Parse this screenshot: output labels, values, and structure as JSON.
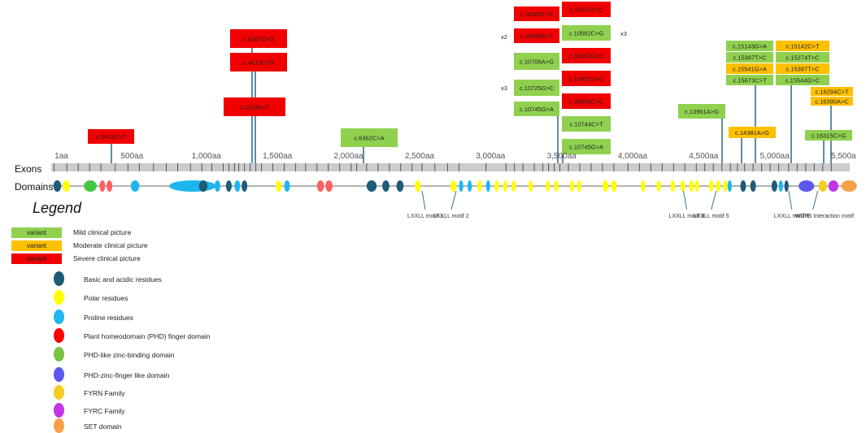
{
  "labels": {
    "exons": "Exons",
    "domains": "Domains",
    "legend_title": "Legend"
  },
  "colors": {
    "mild": "#8fd14f",
    "moderate": "#ffc000",
    "severe": "#f00000",
    "stem": "#1f5a78",
    "exon_bar": "#cccccc",
    "exon_tick": "#555555"
  },
  "axis": {
    "ticks": [
      {
        "label": "1aa",
        "value": 1
      },
      {
        "label": "500aa",
        "value": 500
      },
      {
        "label": "1,000aa",
        "value": 1000
      },
      {
        "label": "1,500aa",
        "value": 1500
      },
      {
        "label": "2,000aa",
        "value": 2000
      },
      {
        "label": "2,500aa",
        "value": 2500
      },
      {
        "label": "3,000aa",
        "value": 3000
      },
      {
        "label": "3,500aa",
        "value": 3500
      },
      {
        "label": "4,000aa",
        "value": 4000
      },
      {
        "label": "4,500aa",
        "value": 4500
      },
      {
        "label": "5,000aa",
        "value": 5000
      },
      {
        "label": "5,500a",
        "value": 5500
      }
    ]
  },
  "exon_positions": [
    20,
    110,
    190,
    270,
    350,
    450,
    540,
    620,
    720,
    810,
    890,
    980,
    1060,
    1130,
    1210,
    1250,
    1290,
    1320,
    1360,
    1400,
    1440,
    1480,
    1560,
    1640,
    1720,
    1790,
    1870,
    1950,
    2030,
    2110,
    2150,
    2220,
    2300,
    2380,
    2460,
    2540,
    2610,
    2700,
    2790,
    2870,
    3060,
    3200,
    3260,
    3320,
    3400,
    3460,
    3500,
    3540,
    3580,
    3640,
    3720,
    3800,
    3880,
    3960,
    4060,
    4140,
    4220,
    4300,
    4380,
    4460,
    4540,
    4600,
    4660,
    4720,
    4780,
    4830,
    4880,
    4940,
    5000,
    5060,
    5120,
    5190,
    5250,
    5310,
    5370,
    5430,
    5490
  ],
  "domains": [
    {
      "type": "basic",
      "pos": 15,
      "len": 55
    },
    {
      "type": "polar",
      "pos": 80,
      "len": 50
    },
    {
      "type": "phd_like",
      "pos": 230,
      "len": 90
    },
    {
      "type": "phd",
      "pos": 340,
      "len": 40
    },
    {
      "type": "phd",
      "pos": 390,
      "len": 40
    },
    {
      "type": "proline",
      "pos": 560,
      "len": 60
    },
    {
      "type": "proline",
      "pos": 830,
      "len": 330
    },
    {
      "type": "basic",
      "pos": 1040,
      "len": 60
    },
    {
      "type": "proline",
      "pos": 1150,
      "len": 40
    },
    {
      "type": "basic",
      "pos": 1230,
      "len": 40
    },
    {
      "type": "proline",
      "pos": 1290,
      "len": 40
    },
    {
      "type": "basic",
      "pos": 1340,
      "len": 40
    },
    {
      "type": "polar",
      "pos": 1580,
      "len": 40
    },
    {
      "type": "proline",
      "pos": 1640,
      "len": 40
    },
    {
      "type": "phd",
      "pos": 1870,
      "len": 50
    },
    {
      "type": "phd",
      "pos": 1930,
      "len": 50
    },
    {
      "type": "basic",
      "pos": 2220,
      "len": 70
    },
    {
      "type": "basic",
      "pos": 2330,
      "len": 50
    },
    {
      "type": "basic",
      "pos": 2430,
      "len": 50
    },
    {
      "type": "polar",
      "pos": 2560,
      "len": 40
    },
    {
      "type": "polar",
      "pos": 2810,
      "len": 40
    },
    {
      "type": "proline",
      "pos": 2870,
      "len": 30
    },
    {
      "type": "proline",
      "pos": 2930,
      "len": 30
    },
    {
      "type": "polar",
      "pos": 3000,
      "len": 30
    },
    {
      "type": "proline",
      "pos": 3060,
      "len": 30
    },
    {
      "type": "polar",
      "pos": 3120,
      "len": 30
    },
    {
      "type": "polar",
      "pos": 3180,
      "len": 30
    },
    {
      "type": "polar",
      "pos": 3240,
      "len": 30
    },
    {
      "type": "polar",
      "pos": 3360,
      "len": 30
    },
    {
      "type": "polar",
      "pos": 3480,
      "len": 30
    },
    {
      "type": "polar",
      "pos": 3540,
      "len": 30
    },
    {
      "type": "polar",
      "pos": 3650,
      "len": 30
    },
    {
      "type": "polar",
      "pos": 3700,
      "len": 30
    },
    {
      "type": "polar",
      "pos": 3880,
      "len": 40
    },
    {
      "type": "polar",
      "pos": 3940,
      "len": 40
    },
    {
      "type": "polar",
      "pos": 4150,
      "len": 30
    },
    {
      "type": "polar",
      "pos": 4260,
      "len": 30
    },
    {
      "type": "polar",
      "pos": 4360,
      "len": 30
    },
    {
      "type": "polar",
      "pos": 4430,
      "len": 30
    },
    {
      "type": "polar",
      "pos": 4490,
      "len": 30
    },
    {
      "type": "polar",
      "pos": 4530,
      "len": 30
    },
    {
      "type": "polar",
      "pos": 4630,
      "len": 30
    },
    {
      "type": "polar",
      "pos": 4680,
      "len": 30
    },
    {
      "type": "polar",
      "pos": 4730,
      "len": 30
    },
    {
      "type": "proline",
      "pos": 4760,
      "len": 30
    },
    {
      "type": "basic",
      "pos": 4850,
      "len": 40
    },
    {
      "type": "basic",
      "pos": 4920,
      "len": 40
    },
    {
      "type": "basic",
      "pos": 5070,
      "len": 40
    },
    {
      "type": "proline",
      "pos": 5120,
      "len": 30
    },
    {
      "type": "basic",
      "pos": 5160,
      "len": 30
    },
    {
      "type": "phd_zf",
      "pos": 5260,
      "len": 110
    },
    {
      "type": "fyrn",
      "pos": 5400,
      "len": 60
    },
    {
      "type": "fyrc",
      "pos": 5470,
      "len": 70
    },
    {
      "type": "set",
      "pos": 5560,
      "len": 110
    }
  ],
  "motifs": [
    {
      "label": "LXXLL motif 1",
      "pos": 2610
    },
    {
      "label": "LXXLL motif 2",
      "pos": 2850
    },
    {
      "label": "LXXLL motif 3",
      "pos": 4450
    },
    {
      "label": "LXXLL motif 5",
      "pos": 4680
    },
    {
      "label": "LXXLL motif 6",
      "pos": 5190
    },
    {
      "label": "WDR5 Interaction motif",
      "pos": 5395
    }
  ],
  "variants": [
    {
      "label": "c.2413C>T",
      "severity": "severe",
      "pos": 520
    },
    {
      "label": "c.4267C>G",
      "severity": "severe",
      "pos": 1420
    },
    {
      "label": "c.4413C>G",
      "severity": "severe",
      "pos": 1470
    },
    {
      "label": "c.4214A>T",
      "severity": "severe",
      "pos": 1400
    },
    {
      "label": "c.6362C>A",
      "severity": "mild",
      "pos": 2120
    },
    {
      "label": "c.13961A>G",
      "severity": "mild",
      "pos": 4650
    },
    {
      "label": "c.14381A>G",
      "severity": "moderate",
      "pos": 4790
    },
    {
      "label": "c.15143G>A",
      "severity": "mild",
      "pos": 5050
    },
    {
      "label": "c.15142C>T",
      "severity": "moderate",
      "pos": 5050
    },
    {
      "label": "c.16315C>G",
      "severity": "mild",
      "pos": 5440
    }
  ],
  "variant_stack_left": [
    {
      "label": "c.10363T>C",
      "severity": "severe"
    },
    {
      "label": "c.10658G>T",
      "severity": "severe",
      "count": "x2"
    },
    {
      "label": "c.10706A>G",
      "severity": "mild"
    },
    {
      "label": "c.10725G>C",
      "severity": "mild",
      "count": "x3"
    },
    {
      "label": "c.10745G>A",
      "severity": "mild"
    }
  ],
  "variant_stack_right": [
    {
      "label": "c.10574T>C",
      "severity": "severe"
    },
    {
      "label": "c.10582C>G",
      "severity": "mild",
      "count": "x3"
    },
    {
      "label": "c.10607G>C",
      "severity": "severe"
    },
    {
      "label": "c.10621G>C",
      "severity": "severe"
    },
    {
      "label": "c.10699C>C",
      "severity": "severe"
    },
    {
      "label": "c.10744C>T",
      "severity": "mild"
    },
    {
      "label": "c.10745G>A",
      "severity": "mild"
    }
  ],
  "variant_stack_mild": [
    "c.15143G>A",
    "c.15397T>C",
    "c.15673C>T"
  ],
  "variant_stack_moderate_a": [
    "c.15541G>A"
  ],
  "variant_stack_moderate_b": [
    "c.15142C>T",
    "c.15397T>C"
  ],
  "variant_stack_mild_b": [
    "c.15274T>C",
    "c.15544G>C"
  ],
  "variant_stack_moderate_c": [
    "c.16294C>T",
    "c.16390A>C"
  ],
  "legend": {
    "severity": [
      {
        "box": "variant",
        "label": "Mild clinical picture",
        "severity": "mild"
      },
      {
        "box": "variant",
        "label": "Moderate clinical picture",
        "severity": "moderate"
      },
      {
        "box": "variant",
        "label": "Severe clinical picture",
        "severity": "severe"
      }
    ],
    "domains": [
      {
        "label": "Basic and acidic residues",
        "color": "#1f5a78"
      },
      {
        "label": "Polar residues",
        "color": "#ffff00"
      },
      {
        "label": "Proline residues",
        "color": "#1fb6ef"
      },
      {
        "label": "Plant homeodomain (PHD) finger domain",
        "color": "#ff0000"
      },
      {
        "label": "PHD-like zinc-binding domain",
        "color": "#76c442"
      },
      {
        "label": "PHD-zinc-finger like domain",
        "color": "#5a58ee"
      },
      {
        "label": "FYRN Family",
        "color": "#f3cc26"
      },
      {
        "label": "FYRC Family",
        "color": "#c235e6"
      },
      {
        "label": "SET domain",
        "color": "#f7a04a"
      }
    ]
  },
  "domain_colors": {
    "basic": "#1f5a78",
    "polar": "#ffff00",
    "proline": "#1fb6ef",
    "phd": "#ff6060",
    "phd_like": "#44c742",
    "phd_zf": "#5a58ee",
    "fyrn": "#f3cc26",
    "fyrc": "#c235e6",
    "set": "#f7a04a"
  }
}
